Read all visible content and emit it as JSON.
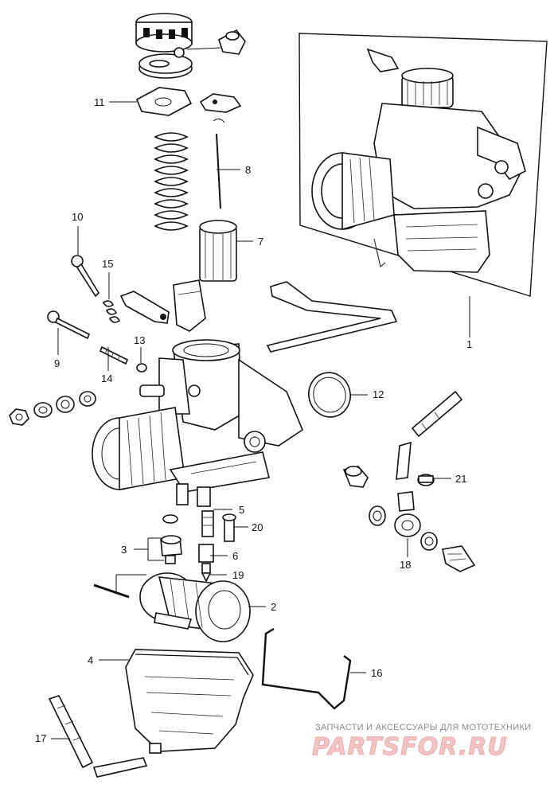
{
  "callouts": {
    "c1": "1",
    "c2": "2",
    "c3": "3",
    "c4": "4",
    "c5": "5",
    "c6": "6",
    "c7": "7",
    "c8": "8",
    "c9": "9",
    "c10": "10",
    "c11": "11",
    "c12": "12",
    "c13": "13",
    "c14": "14",
    "c15": "15",
    "c16": "16",
    "c17": "17",
    "c18": "18",
    "c19": "19",
    "c20": "20",
    "c21": "21"
  },
  "watermark": {
    "tagline": "ЗАПЧАСТИ И АКСЕССУАРЫ ДЛЯ МОТОТЕХНИКИ",
    "brand": "PARTSFOR.RU"
  },
  "colors": {
    "ink": "#111111",
    "watermark_pink": "#f3c4c4",
    "watermark_gray": "#8a8a8a"
  }
}
